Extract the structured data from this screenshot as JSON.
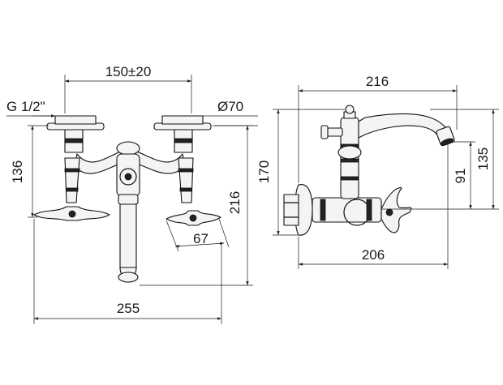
{
  "front_view": {
    "center_distance": "150±20",
    "thread": "G 1/2\"",
    "outlet_diameter": "Ø70",
    "height_left": "136",
    "height_right": "216",
    "offset": "67",
    "width": "255"
  },
  "side_view": {
    "projection": "216",
    "height_outer": "170",
    "height_inner": "91",
    "height_right": "135",
    "depth": "206"
  },
  "colors": {
    "line": "#1a1a1a",
    "background": "#ffffff"
  }
}
